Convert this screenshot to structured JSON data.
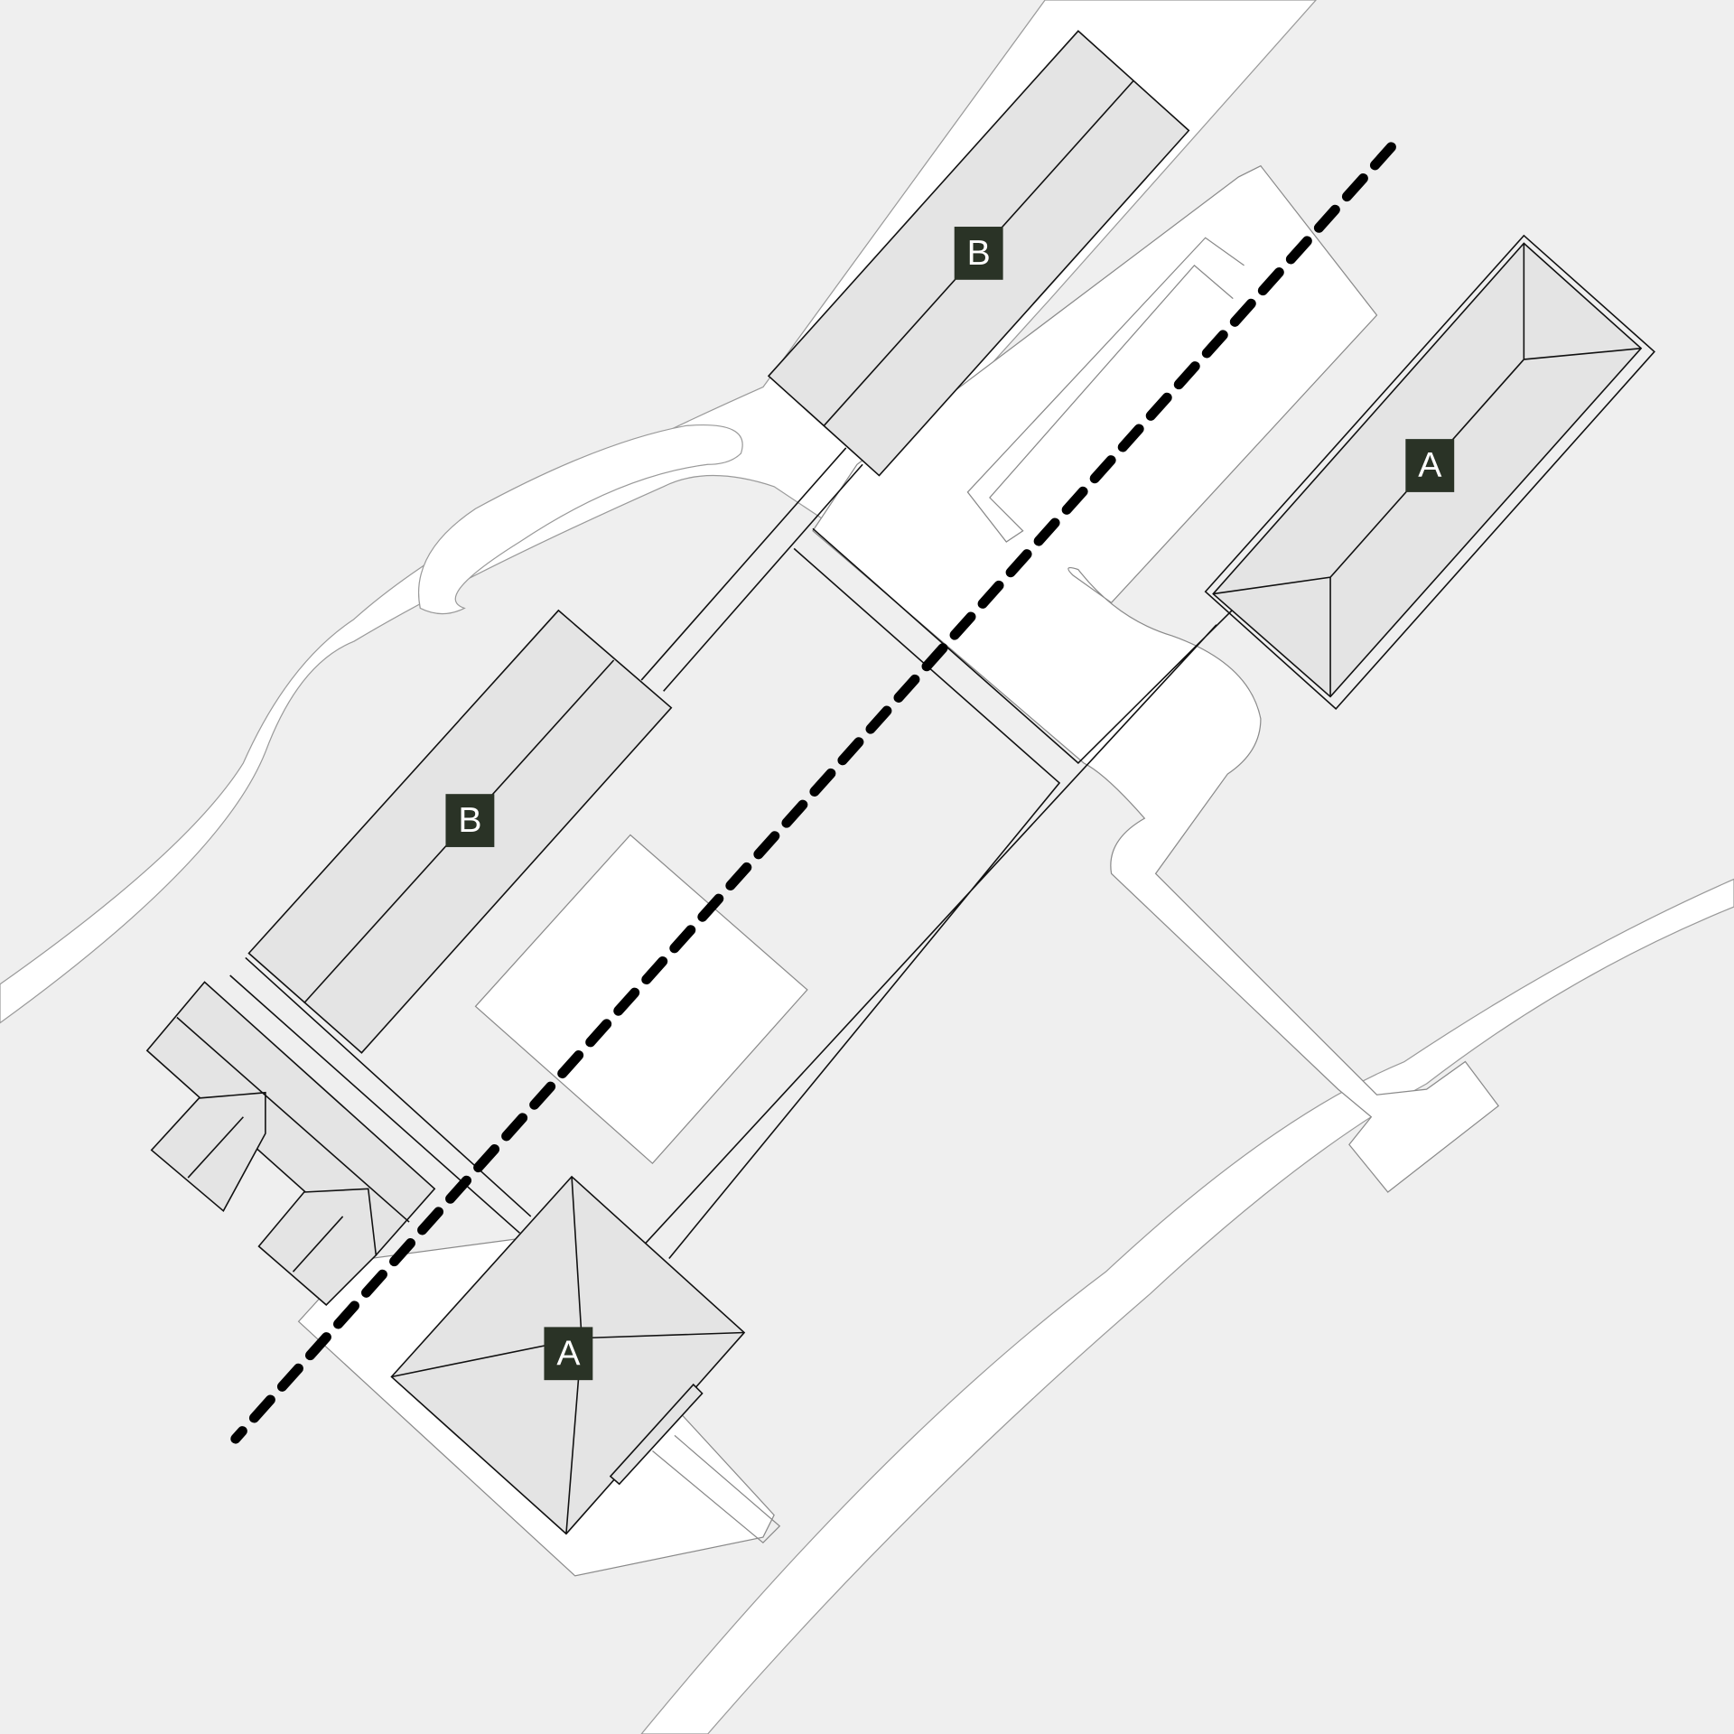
{
  "title": "Site plan",
  "labels": [
    {
      "id": "b-north",
      "text": "B"
    },
    {
      "id": "b-west",
      "text": "B"
    },
    {
      "id": "a-east",
      "text": "A"
    },
    {
      "id": "a-south",
      "text": "A"
    }
  ],
  "colors": {
    "label_bg": "#2a3326",
    "building_fill": "#e4e4e4",
    "ground": "#efefef"
  }
}
